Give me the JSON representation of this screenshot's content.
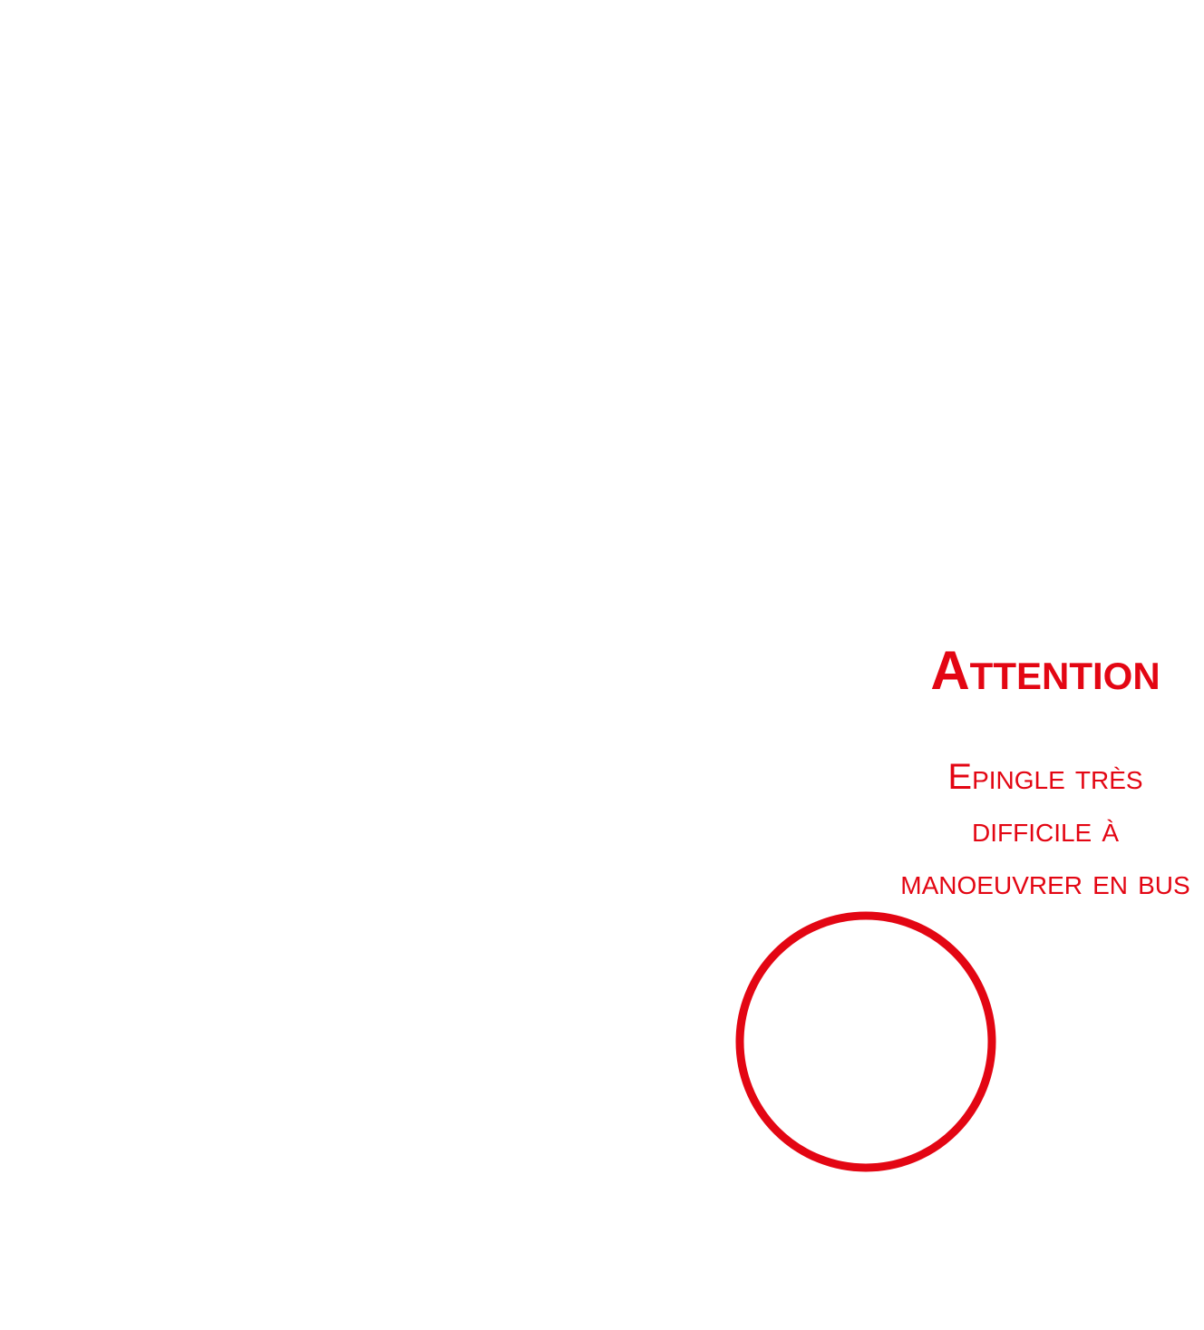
{
  "warning": {
    "title": "Attention",
    "message_lines": [
      "Epingle très",
      "difficile à",
      "manoeuvrer en bus"
    ]
  },
  "colors": {
    "accent": "#e30613",
    "background": "#ffffff"
  },
  "icons": {
    "marker": "red-circle-icon"
  }
}
